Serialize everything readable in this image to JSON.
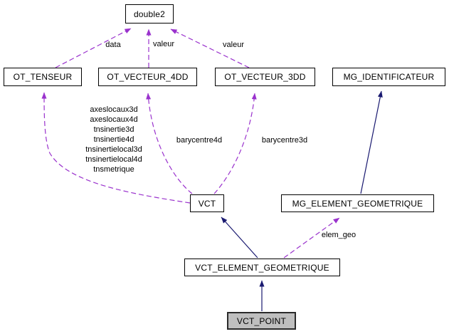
{
  "diagram": {
    "title": "VCT_POINT collaboration graph",
    "type": "class-collaboration-diagram",
    "nodes": {
      "double2": {
        "label": "double2",
        "current": false
      },
      "ot_tenseur": {
        "label": "OT_TENSEUR",
        "current": false
      },
      "ot_vecteur_4dd": {
        "label": "OT_VECTEUR_4DD",
        "current": false
      },
      "ot_vecteur_3dd": {
        "label": "OT_VECTEUR_3DD",
        "current": false
      },
      "mg_identificateur": {
        "label": "MG_IDENTIFICATEUR",
        "current": false
      },
      "vct": {
        "label": "VCT",
        "current": false
      },
      "mg_element_geometrique": {
        "label": "MG_ELEMENT_GEOMETRIQUE",
        "current": false
      },
      "vct_element_geometrique": {
        "label": "VCT_ELEMENT_GEOMETRIQUE",
        "current": false
      },
      "vct_point": {
        "label": "VCT_POINT",
        "current": true
      }
    },
    "edge_labels": {
      "data": "data",
      "valeur_4dd": "valeur",
      "valeur_3dd": "valeur",
      "vct_to_tenseur_members": "axeslocaux3d\naxeslocaux4d\ntnsinertie3d\ntnsinertie4d\ntnsinertielocal3d\ntnsinertielocal4d\ntnsmetrique",
      "barycentre4d": "barycentre4d",
      "barycentre3d": "barycentre3d",
      "elem_geo": "elem_geo"
    },
    "edges": [
      {
        "from": "ot_tenseur",
        "to": "double2",
        "kind": "usage",
        "label": "data"
      },
      {
        "from": "ot_vecteur_4dd",
        "to": "double2",
        "kind": "usage",
        "label": "valeur"
      },
      {
        "from": "ot_vecteur_3dd",
        "to": "double2",
        "kind": "usage",
        "label": "valeur"
      },
      {
        "from": "vct",
        "to": "ot_tenseur",
        "kind": "usage",
        "label": "axeslocaux3d axeslocaux4d tnsinertie3d tnsinertie4d tnsinertielocal3d tnsinertielocal4d tnsmetrique"
      },
      {
        "from": "vct",
        "to": "ot_vecteur_4dd",
        "kind": "usage",
        "label": "barycentre4d"
      },
      {
        "from": "vct",
        "to": "ot_vecteur_3dd",
        "kind": "usage",
        "label": "barycentre3d"
      },
      {
        "from": "mg_element_geometrique",
        "to": "mg_identificateur",
        "kind": "inheritance",
        "label": ""
      },
      {
        "from": "vct_element_geometrique",
        "to": "vct",
        "kind": "inheritance",
        "label": ""
      },
      {
        "from": "vct_element_geometrique",
        "to": "mg_element_geometrique",
        "kind": "usage",
        "label": "elem_geo"
      },
      {
        "from": "vct_point",
        "to": "vct_element_geometrique",
        "kind": "inheritance",
        "label": ""
      }
    ],
    "colors": {
      "usage_edge": "#9a32cd",
      "inheritance_edge": "#191970",
      "node_background": "#ffffff",
      "current_node_background": "#bfbfbf",
      "node_border": "#000000",
      "text": "#000000",
      "page_background": "#ffffff"
    }
  }
}
